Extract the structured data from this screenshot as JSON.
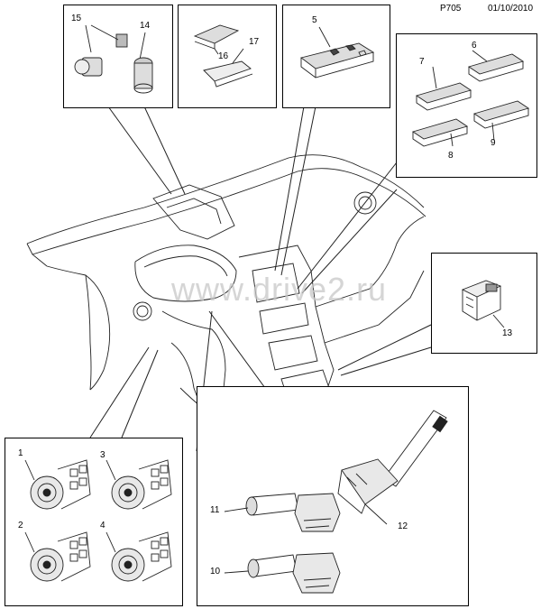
{
  "header": {
    "code": "P705",
    "date": "01/10/2010"
  },
  "watermark": "www.drive2.ru",
  "callouts": {
    "c1": "1",
    "c2": "2",
    "c3": "3",
    "c4": "4",
    "c5": "5",
    "c6": "6",
    "c7": "7",
    "c8": "8",
    "c9": "9",
    "c10": "10",
    "c11": "11",
    "c12": "12",
    "c13": "13",
    "c14": "14",
    "c15": "15",
    "c16": "16",
    "c17": "17"
  }
}
